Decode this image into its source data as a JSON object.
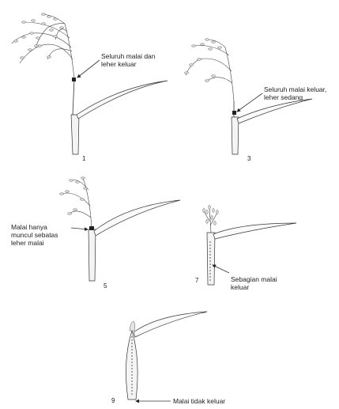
{
  "figures": [
    {
      "number": "1",
      "label_lines": [
        "Seluruh malai dan",
        "leher keluar"
      ]
    },
    {
      "number": "3",
      "label_lines": [
        "Seluruh malai keluar,",
        "leher sedang"
      ]
    },
    {
      "number": "5",
      "label_lines": [
        "Malai hanya",
        "muncul sebatas",
        "leher malai"
      ]
    },
    {
      "number": "7",
      "label_lines": [
        "Sebagian malai",
        "keluar"
      ]
    },
    {
      "number": "9",
      "label_lines": [
        "Malai tidak keluar"
      ]
    }
  ]
}
